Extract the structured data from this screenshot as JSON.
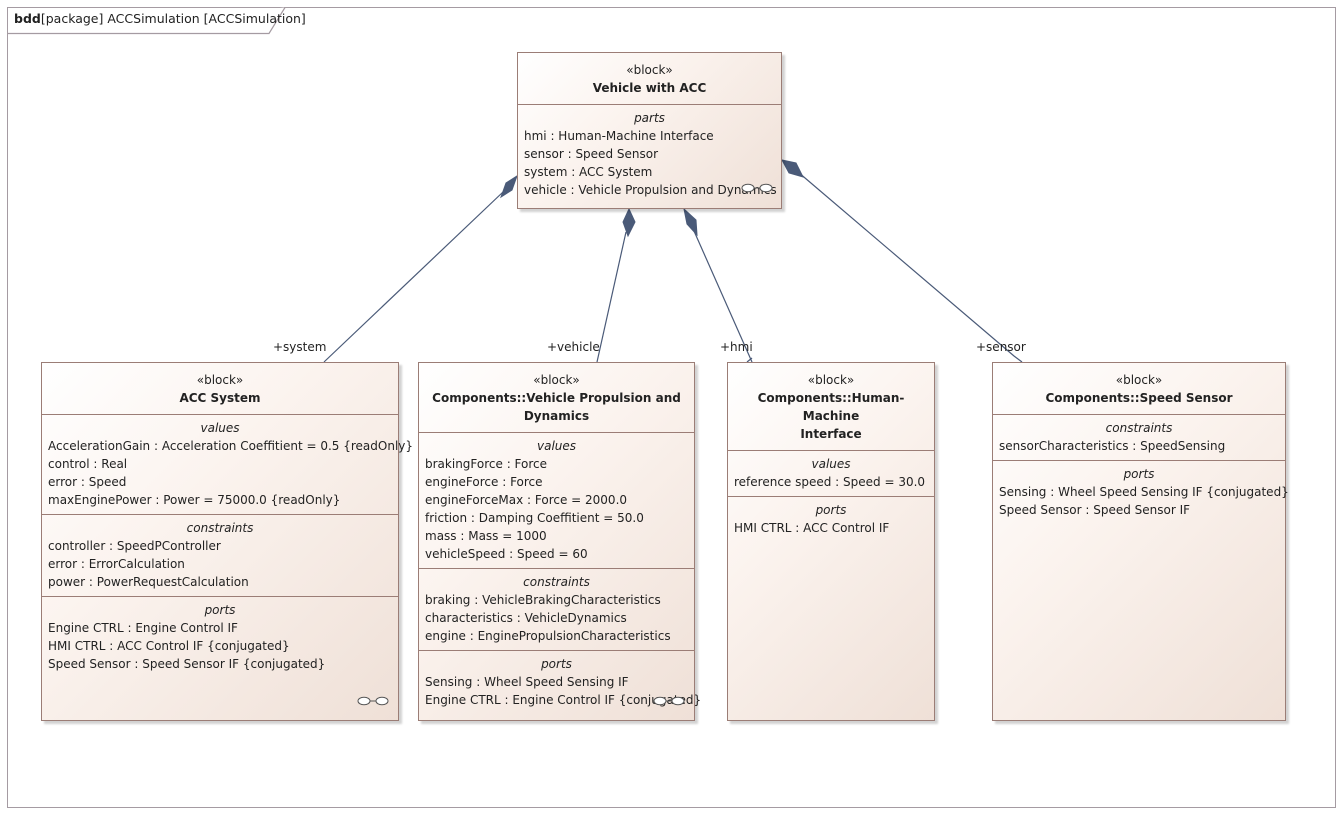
{
  "frame": {
    "kind": "bdd",
    "title": "[package] ACCSimulation [ACCSimulation]"
  },
  "blocks": {
    "vehicle_with_acc": {
      "stereotype": "«block»",
      "name": "Vehicle with ACC",
      "parts": {
        "title": "parts",
        "items": [
          "hmi : Human-Machine Interface",
          "sensor : Speed Sensor",
          "system : ACC System",
          "vehicle : Vehicle Propulsion and Dynamics"
        ]
      }
    },
    "acc_system": {
      "stereotype": "«block»",
      "name": "ACC System",
      "values": {
        "title": "values",
        "items": [
          "AccelerationGain : Acceleration Coeffitient = 0.5 {readOnly}",
          "control : Real",
          "error : Speed",
          "maxEnginePower : Power = 75000.0 {readOnly}"
        ]
      },
      "constraints": {
        "title": "constraints",
        "items": [
          "controller : SpeedPController",
          "error : ErrorCalculation",
          "power : PowerRequestCalculation"
        ]
      },
      "ports": {
        "title": "ports",
        "items": [
          "Engine CTRL : Engine Control IF",
          "HMI CTRL : ACC Control IF {conjugated}",
          "Speed Sensor : Speed Sensor IF {conjugated}"
        ]
      }
    },
    "vehicle_propulsion": {
      "stereotype": "«block»",
      "name_line1": "Components::Vehicle Propulsion and",
      "name_line2": "Dynamics",
      "values": {
        "title": "values",
        "items": [
          "brakingForce : Force",
          "engineForce : Force",
          "engineForceMax : Force = 2000.0",
          "friction : Damping Coeffitient = 50.0",
          "mass : Mass = 1000",
          "vehicleSpeed : Speed = 60"
        ]
      },
      "constraints": {
        "title": "constraints",
        "items": [
          "braking : VehicleBrakingCharacteristics",
          "characteristics : VehicleDynamics",
          "engine : EnginePropulsionCharacteristics"
        ]
      },
      "ports": {
        "title": "ports",
        "items": [
          "Sensing : Wheel Speed Sensing IF",
          "Engine CTRL : Engine Control IF {conjugated}"
        ]
      }
    },
    "hmi": {
      "stereotype": "«block»",
      "name_line1": "Components::Human-Machine",
      "name_line2": "Interface",
      "values": {
        "title": "values",
        "items": [
          "reference speed : Speed = 30.0"
        ]
      },
      "ports": {
        "title": "ports",
        "items": [
          "HMI CTRL : ACC Control IF"
        ]
      }
    },
    "speed_sensor": {
      "stereotype": "«block»",
      "name": "Components::Speed Sensor",
      "constraints": {
        "title": "constraints",
        "items": [
          "sensorCharacteristics : SpeedSensing"
        ]
      },
      "ports": {
        "title": "ports",
        "items": [
          "Sensing : Wheel Speed Sensing IF {conjugated}",
          "Speed Sensor : Speed Sensor IF"
        ]
      }
    }
  },
  "roles": {
    "system": "+system",
    "vehicle": "+vehicle",
    "hmi": "+hmi",
    "sensor": "+sensor"
  },
  "colors": {
    "block_border": "#9b7d76",
    "edge": "#4a5a78",
    "frame": "#a59ba2"
  }
}
